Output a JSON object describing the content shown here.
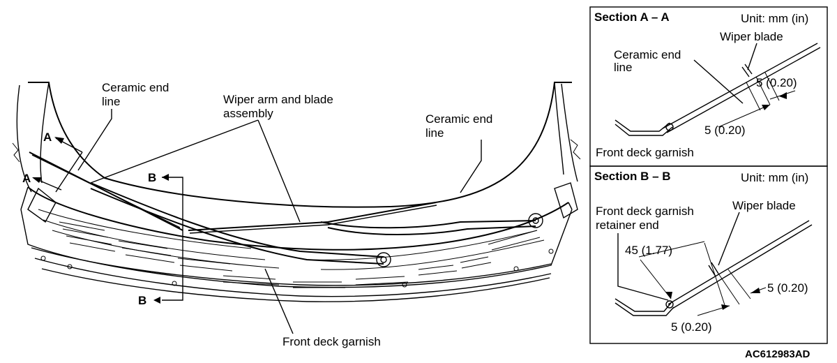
{
  "main_view": {
    "labels": {
      "ceramic_end_line_left_1": "Ceramic end",
      "ceramic_end_line_left_2": "line",
      "wiper_arm_1": "Wiper arm and blade",
      "wiper_arm_2": "assembly",
      "ceramic_end_line_right_1": "Ceramic end",
      "ceramic_end_line_right_2": "line",
      "front_deck_garnish": "Front deck garnish"
    },
    "section_markers": {
      "a_top": "A",
      "a_bottom": "A",
      "b_top": "B",
      "b_bottom": "B"
    }
  },
  "section_a": {
    "title": "Section A – A",
    "unit": "Unit: mm (in)",
    "wiper_blade": "Wiper blade",
    "ceramic_end_line_1": "Ceramic end",
    "ceramic_end_line_2": "line",
    "dim_upper": "5 (0.20)",
    "dim_lower": "5 (0.20)",
    "front_deck_garnish": "Front deck garnish"
  },
  "section_b": {
    "title": "Section B – B",
    "unit": "Unit: mm (in)",
    "retainer_end_1": "Front deck garnish",
    "retainer_end_2": "retainer end",
    "wiper_blade": "Wiper blade",
    "dim_long": "45 (1.77)",
    "dim_right": "5 (0.20)",
    "dim_bottom": "5 (0.20)"
  },
  "figure_code": "AC612983AD"
}
